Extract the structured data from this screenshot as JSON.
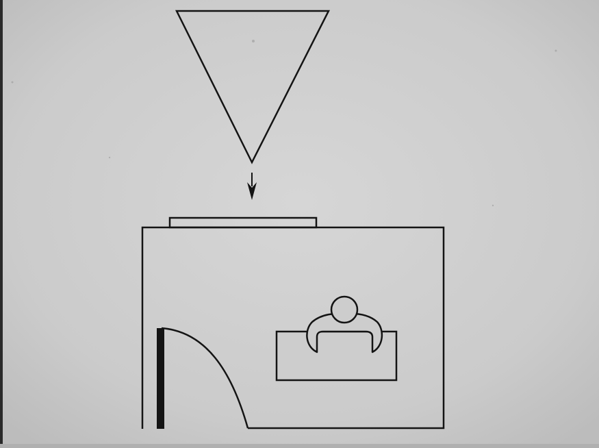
{
  "colors": {
    "paper": "#cfcfcf",
    "paper_shadow": "#bdbdbd",
    "paper_highlight": "#dcdcdc",
    "ink": "#141414",
    "frame": "#1a1a1a"
  },
  "diagram": {
    "elements": [
      "inverted-triangle",
      "down-arrow",
      "roof-panel",
      "room-outline",
      "door-wall-bar",
      "door-swing-arc",
      "desk",
      "person-head",
      "person-arms"
    ]
  }
}
